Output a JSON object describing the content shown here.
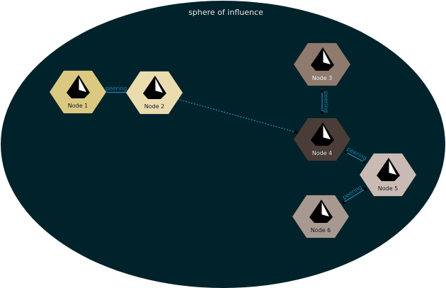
{
  "sphere": {
    "title": "sphere of influence",
    "color": "#00222a"
  },
  "nodes": [
    {
      "id": "n1",
      "label": "Node 1",
      "fill": "#dbc982",
      "label_color": "#1a1a1a",
      "icon": "sailboat-icon"
    },
    {
      "id": "n2",
      "label": "Node 2",
      "fill": "#ebdcaf",
      "label_color": "#1a1a1a",
      "icon": "sailboat-icon"
    },
    {
      "id": "n3",
      "label": "Node 3",
      "fill": "#8f7a6e",
      "label_color": "#eeeeee",
      "icon": "sailboat-icon"
    },
    {
      "id": "n4",
      "label": "Node 4",
      "fill": "#4a3c37",
      "label_color": "#d9d9d9",
      "icon": "sailboat-icon"
    },
    {
      "id": "n5",
      "label": "Node 5",
      "fill": "#c9bbb4",
      "label_color": "#1a1a1a",
      "icon": "sailboat-icon"
    },
    {
      "id": "n6",
      "label": "Node 6",
      "fill": "#a89990",
      "label_color": "#1a1a1a",
      "icon": "sailboat-icon"
    }
  ],
  "edges": [
    {
      "from": "n1",
      "to": "n2",
      "label": "peering",
      "style": "solid"
    },
    {
      "from": "n2",
      "to": "n4",
      "label": "",
      "style": "dotted"
    },
    {
      "from": "n3",
      "to": "n4",
      "label": "peering",
      "style": "solid"
    },
    {
      "from": "n4",
      "to": "n5",
      "label": "peering",
      "style": "solid"
    },
    {
      "from": "n5",
      "to": "n6",
      "label": "peering",
      "style": "solid"
    }
  ],
  "edge_color": "#1f7fae"
}
